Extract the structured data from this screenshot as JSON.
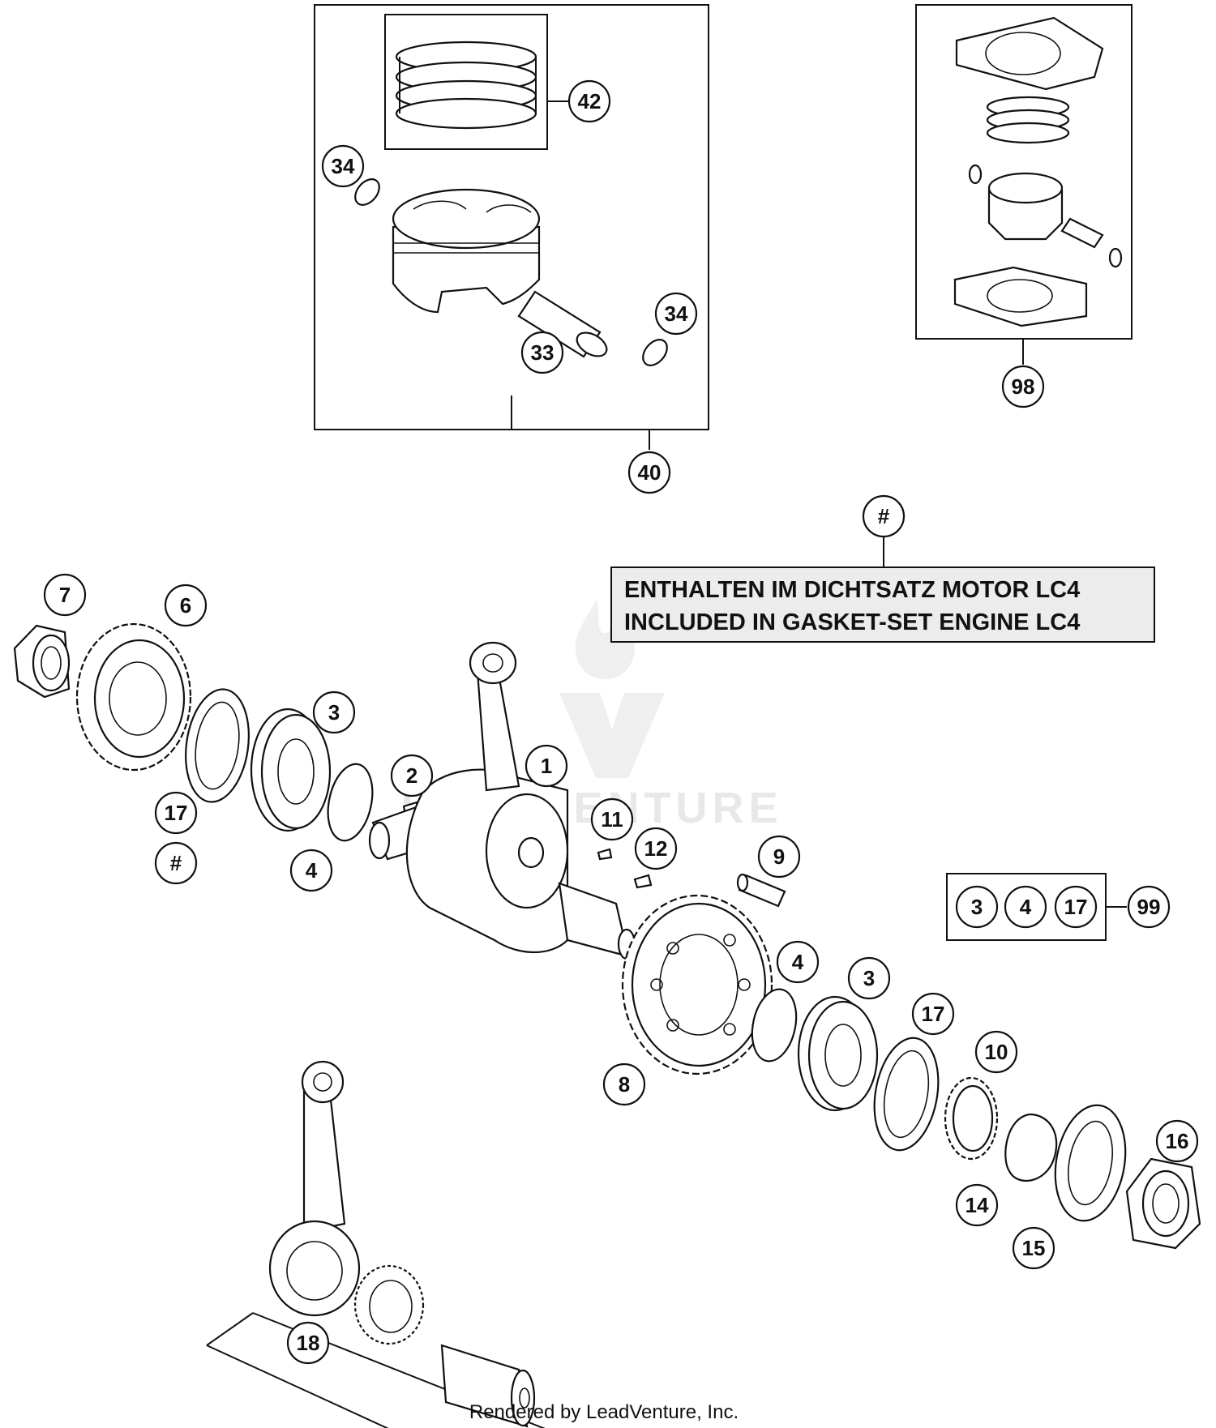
{
  "note": {
    "ref": "#",
    "line1": "ENTHALTEN IM DICHTSATZ MOTOR LC4",
    "line2": "INCLUDED IN GASKET-SET ENGINE LC4"
  },
  "callouts": {
    "c42": "42",
    "c34a": "34",
    "c34b": "34",
    "c33": "33",
    "c40": "40",
    "c98": "98",
    "c7": "7",
    "c6": "6",
    "c3a": "3",
    "c2": "2",
    "c1": "1",
    "c17a": "17",
    "c4a": "4",
    "c11": "11",
    "c12": "12",
    "c9": "9",
    "c8": "8",
    "c4b": "4",
    "c3b": "3",
    "c17b": "17",
    "c10": "10",
    "c16": "16",
    "c14": "14",
    "c15": "15",
    "c18": "18",
    "hash_left": "#"
  },
  "kit99": {
    "items": [
      "3",
      "4",
      "17"
    ],
    "label": "99"
  },
  "watermark": "LEADVENTURE",
  "footer": "Rendered by LeadVenture, Inc."
}
